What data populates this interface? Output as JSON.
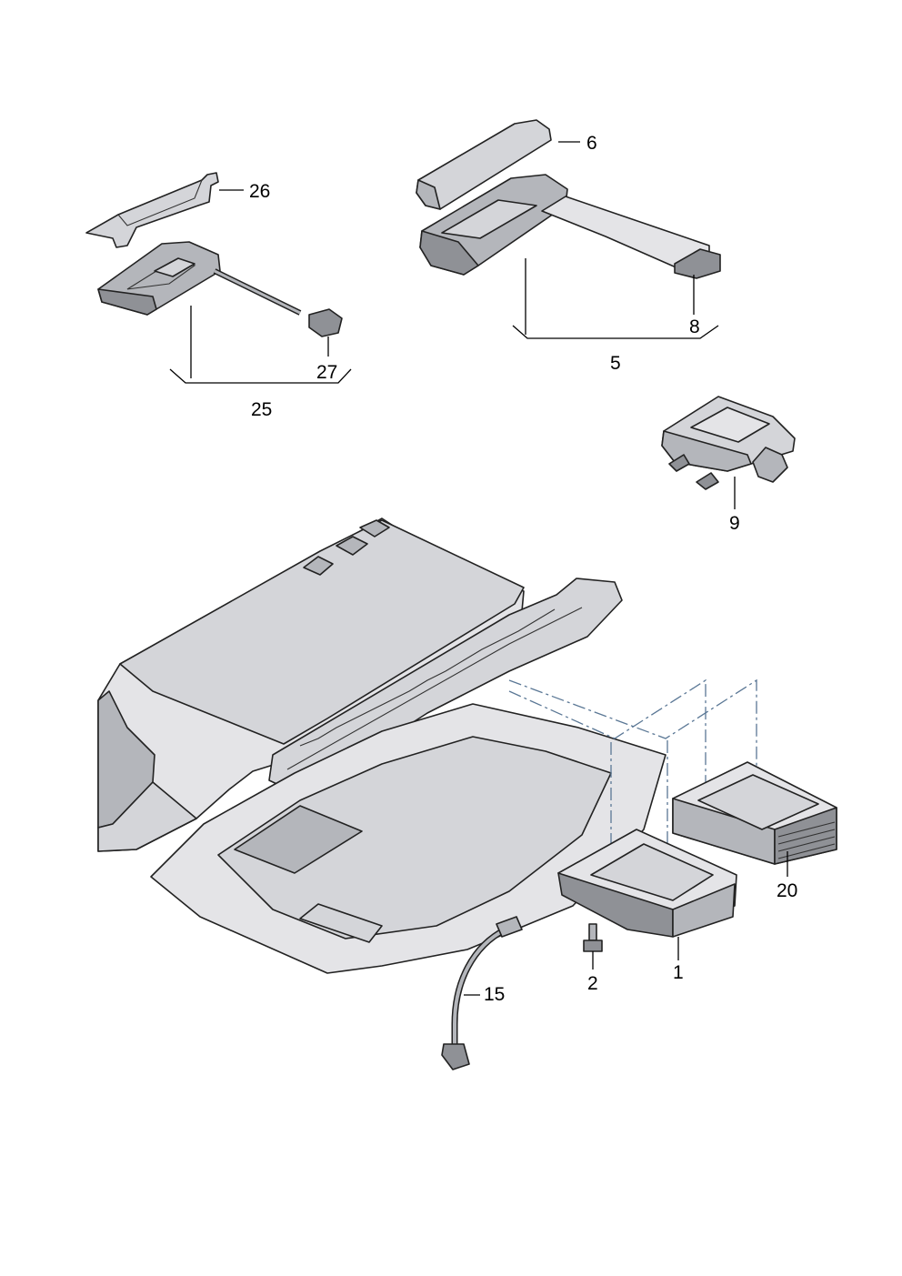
{
  "callouts": {
    "c1": "1",
    "c2": "2",
    "c5": "5",
    "c6": "6",
    "c8": "8",
    "c9": "9",
    "c15": "15",
    "c20": "20",
    "c25": "25",
    "c26": "26",
    "c27": "27"
  }
}
